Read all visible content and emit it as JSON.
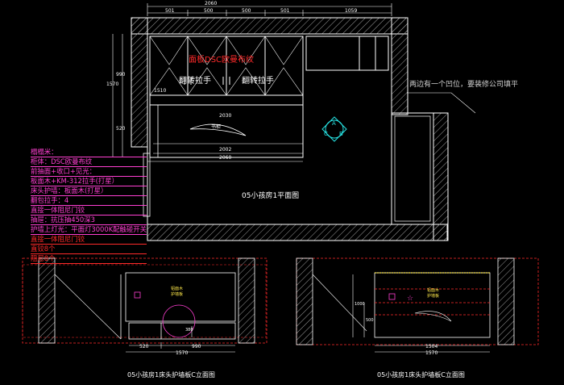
{
  "plan": {
    "title": "05小孩房1平面图",
    "panel_label": "面板DSC欧曼布纹",
    "flip_handle": "翻转拉手",
    "callout": "两边有一个凹位，要装修公司填平",
    "small_label": "书柜",
    "markers": [
      "A",
      "B",
      "C"
    ],
    "dims_top": [
      "2060",
      "501",
      "500",
      "500",
      "501",
      "1059"
    ],
    "dims_left": [
      "1570",
      "990",
      "1510",
      "520"
    ],
    "dims_bottom": [
      "2030",
      "2002",
      "2060"
    ]
  },
  "notes": {
    "heading": "榻榻米：",
    "lines": [
      "柜体：DSC欧曼布纹",
      "前抽面+收口+见光：",
      "板面木+KM-312拉手(打星）",
      "床头护墙：板面木(打星）",
      "翻包拉手：4",
      "直接一体阻尼门铰",
      "抽屉：抗压抽450深3",
      "护墙上灯光：平面灯3000K配触碰开关"
    ],
    "red_lines": [
      "直接一体阻尼门铰",
      "直铰8个",
      "阻尼8个"
    ]
  },
  "elevation_left": {
    "title": "05小孩房1床头护墙板C立面图",
    "tag_line1": "铝面木",
    "tag_line2": "护墙板",
    "dims_bottom": [
      "520",
      "990",
      "1570"
    ],
    "dim_side": "380"
  },
  "elevation_right": {
    "title": "05小孩房1床头护墙板C立面图",
    "tag_line1": "铝面木",
    "tag_line2": "护墙板",
    "dims_bottom": [
      "1504",
      "1570"
    ],
    "dims_side": [
      "1000",
      "500"
    ]
  },
  "colors": {
    "background": "#000000",
    "line": "#ffffff",
    "accent_red": "#ff2a2a",
    "accent_pink": "#ff3fd2",
    "accent_cyan": "#27e3e3",
    "accent_yellow": "#ffe94a"
  }
}
